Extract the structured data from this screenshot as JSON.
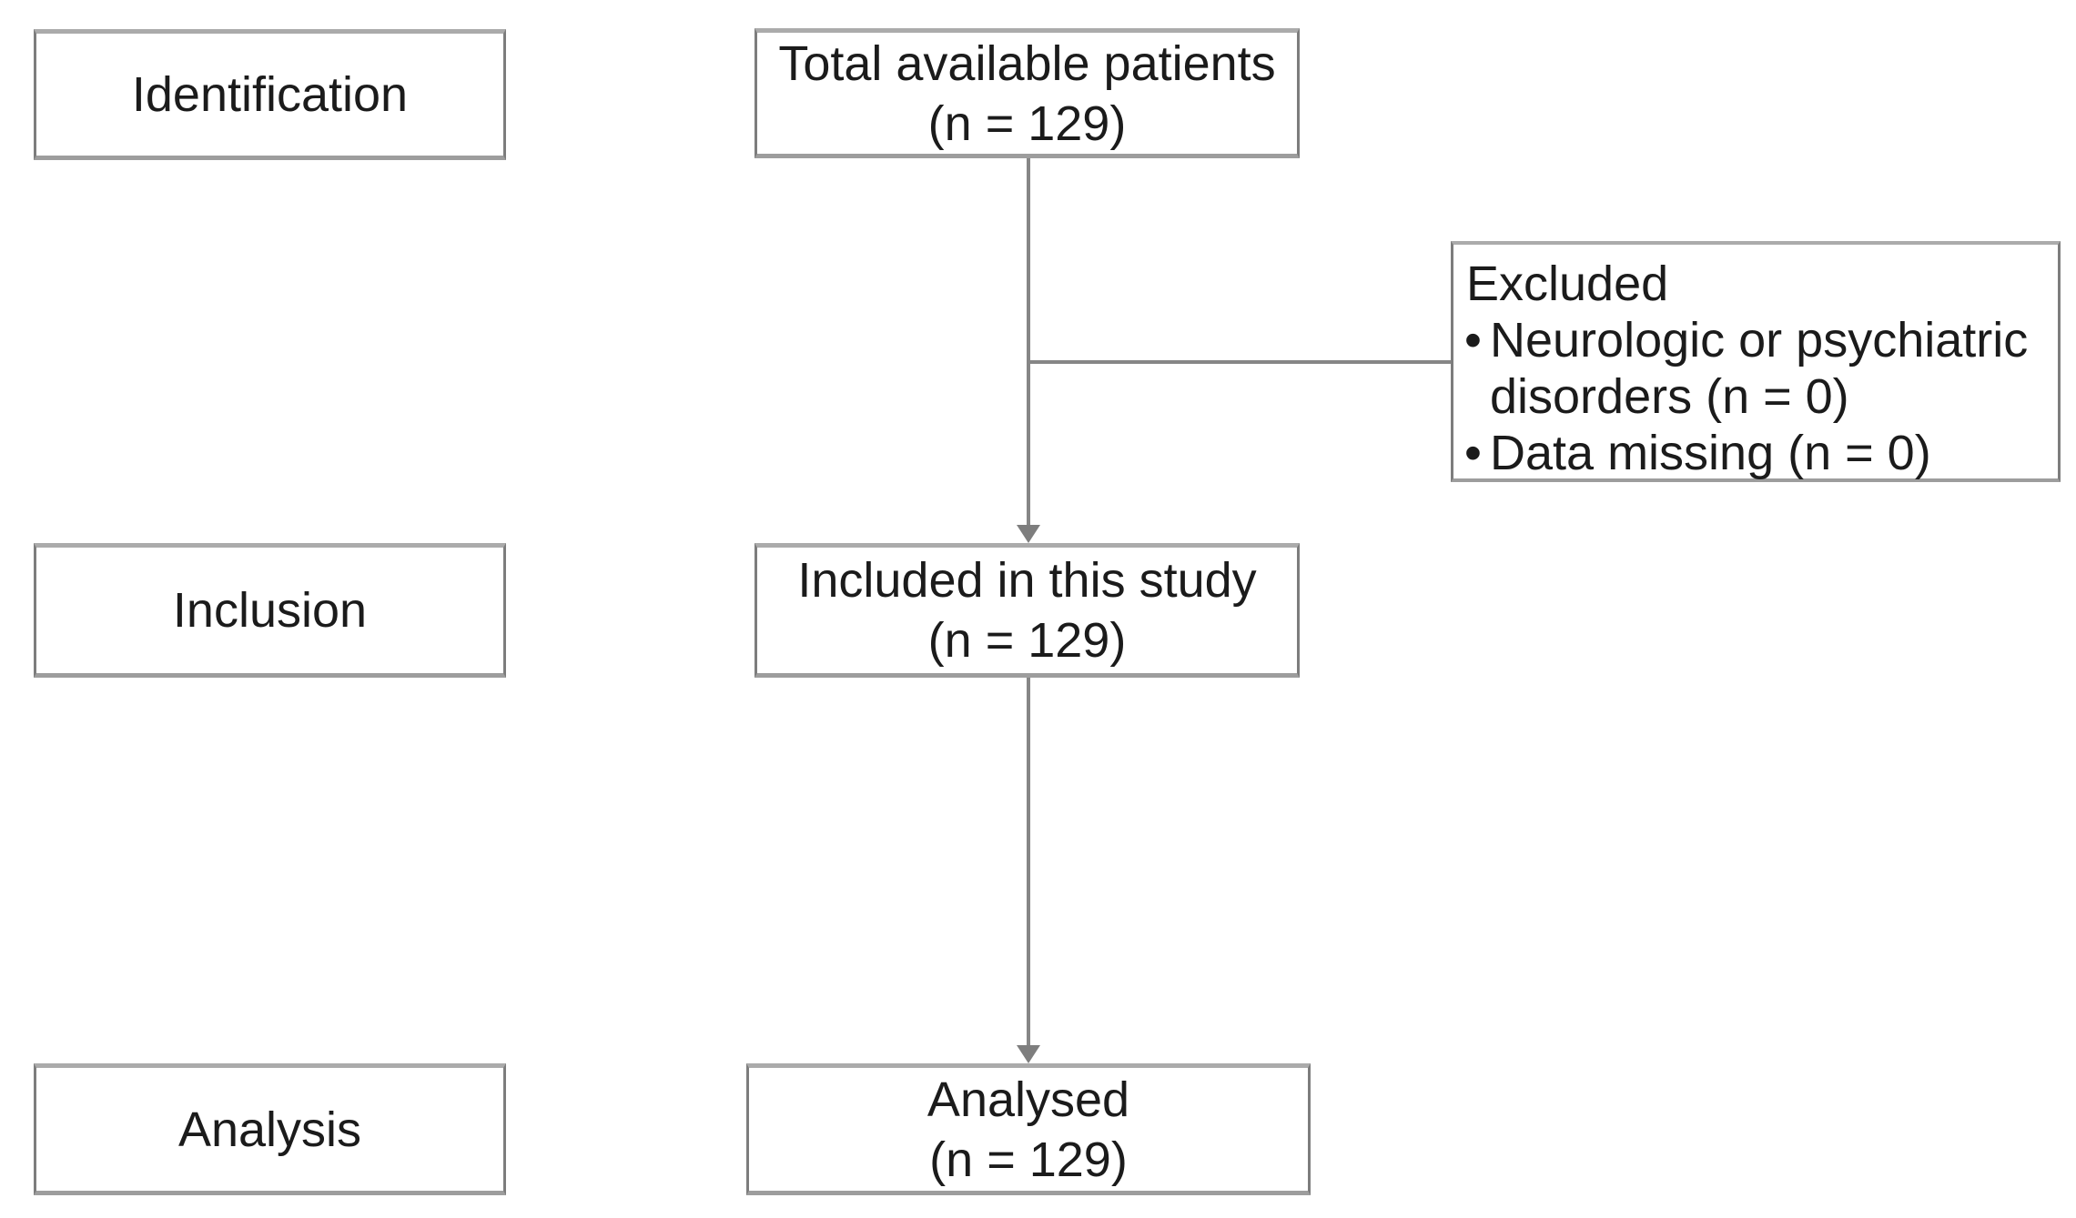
{
  "diagram": {
    "stages": [
      {
        "label": "Identification"
      },
      {
        "label": "Inclusion"
      },
      {
        "label": "Analysis"
      }
    ],
    "flow": [
      {
        "title": "Total available patients",
        "count": "(n = 129)"
      },
      {
        "title": "Included in this study",
        "count": "(n = 129)"
      },
      {
        "title": "Analysed",
        "count": "(n = 129)"
      }
    ],
    "excluded": {
      "title": "Excluded",
      "bullet_icon": "•",
      "items": [
        "Neurologic or psychiatric disorders (n = 0)",
        "Data missing (n = 0)"
      ]
    },
    "colors": {
      "box_border": "#8f8f8f",
      "connector": "#868686",
      "text": "#1b1b1b",
      "background": "#ffffff"
    }
  }
}
